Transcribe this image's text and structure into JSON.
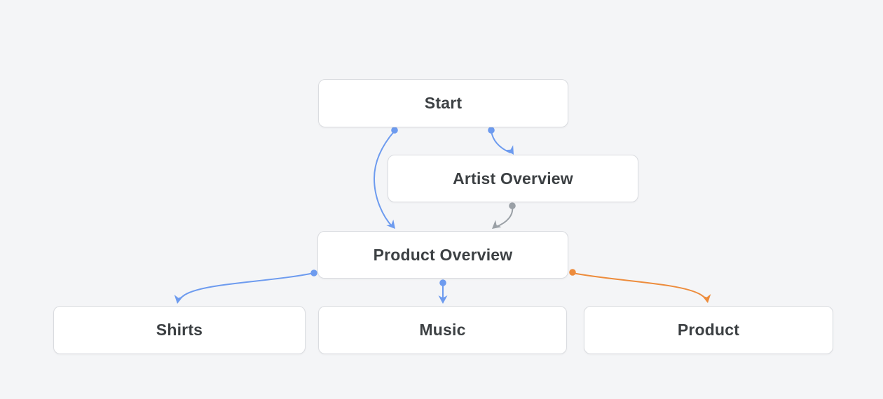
{
  "diagram": {
    "nodes": [
      {
        "id": "start",
        "label": "Start"
      },
      {
        "id": "artist-overview",
        "label": "Artist Overview"
      },
      {
        "id": "product-overview",
        "label": "Product Overview"
      },
      {
        "id": "shirts",
        "label": "Shirts"
      },
      {
        "id": "music",
        "label": "Music"
      },
      {
        "id": "product",
        "label": "Product"
      }
    ],
    "edges": [
      {
        "from": "Start",
        "to": "Artist Overview",
        "color_name": "blue"
      },
      {
        "from": "Start",
        "to": "Product Overview",
        "color_name": "blue"
      },
      {
        "from": "Artist Overview",
        "to": "Product Overview",
        "color_name": "gray"
      },
      {
        "from": "Product Overview",
        "to": "Shirts",
        "color_name": "blue"
      },
      {
        "from": "Product Overview",
        "to": "Music",
        "color_name": "blue"
      },
      {
        "from": "Product Overview",
        "to": "Product",
        "color_name": "orange"
      }
    ],
    "edge_colors": {
      "blue": "#6d9bef",
      "gray": "#9aa0a6",
      "orange": "#ed8c3c"
    },
    "node_style": {
      "background": "#ffffff",
      "border": "#dadce0",
      "text": "#3c4043"
    },
    "page_background": "#f4f5f7"
  }
}
